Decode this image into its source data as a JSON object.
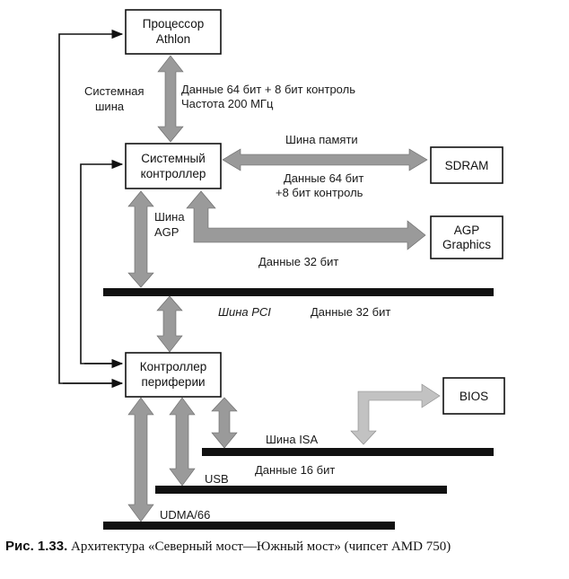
{
  "boxes": {
    "cpu": [
      "Процессор",
      "Athlon"
    ],
    "northbridge": [
      "Системный",
      "контроллер"
    ],
    "southbridge": [
      "Контроллер",
      "периферии"
    ],
    "sdram": "SDRAM",
    "agp": [
      "AGP",
      "Graphics"
    ],
    "bios": "BIOS"
  },
  "labels": {
    "system_bus": [
      "Системная",
      "шина"
    ],
    "cpu_data": "Данные 64 бит + 8 бит контроль",
    "cpu_freq": "Частота 200 МГц",
    "memory_bus": "Шина памяти",
    "memory_data": [
      "Данные 64 бит",
      "+8 бит контроль"
    ],
    "agp_bus": [
      "Шина",
      "AGP"
    ],
    "agp_data": "Данные 32 бит",
    "pci_bus": "Шина PCI",
    "pci_data": "Данные 32 бит",
    "isa_bus": "Шина ISA",
    "isa_data": "Данные 16 бит",
    "usb": "USB",
    "udma": "UDMA/66"
  },
  "caption": {
    "number": "Рис. 1.33.",
    "text": "Архитектура «Северный мост—Южный мост» (чипсет AMD 750)"
  },
  "colors": {
    "arrow_fill": "#9a9a9a",
    "arrow_light": "#c2c2c2",
    "bus": "#111111",
    "line": "#111111"
  }
}
